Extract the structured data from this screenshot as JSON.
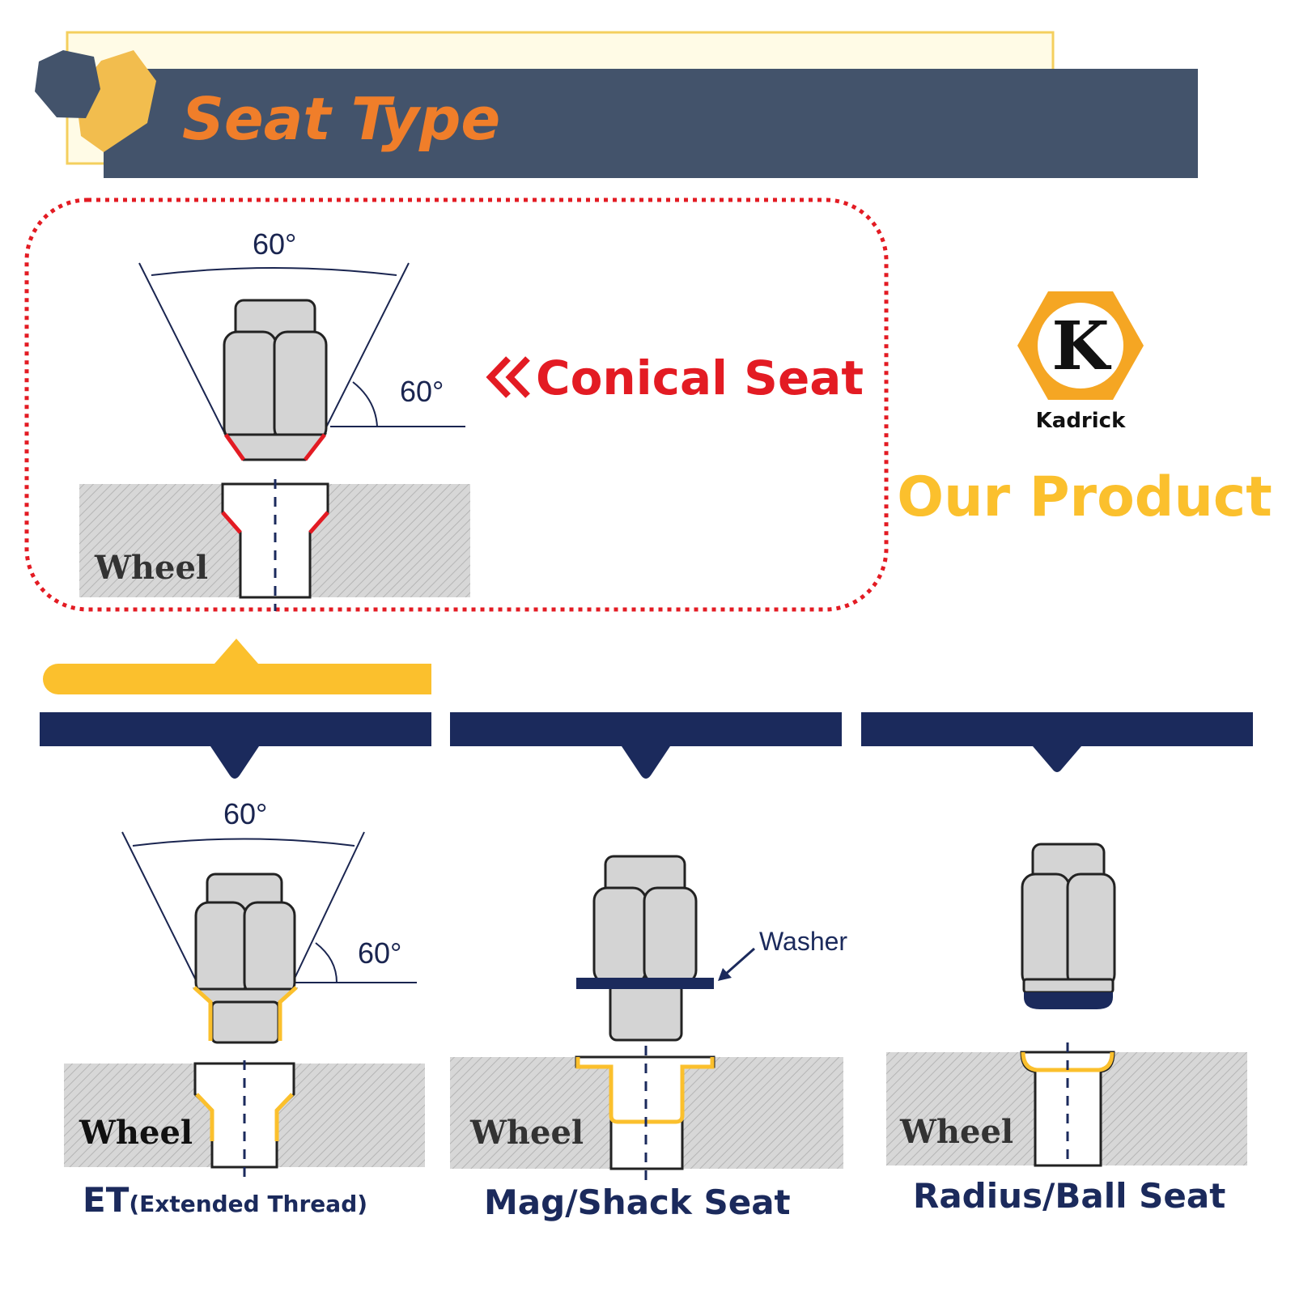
{
  "header": {
    "title": "Seat Type"
  },
  "featured": {
    "label": "Conical Seat",
    "angle_top": "60°",
    "angle_side": "60°",
    "wheel_label": "Wheel"
  },
  "brand": {
    "name": "Kadrick",
    "logo_letter": "K",
    "tagline": "Our Product"
  },
  "seat_types": [
    {
      "id": "et",
      "caption_main": "ET",
      "caption_sub": "(Extended Thread)",
      "angle_top": "60°",
      "angle_side": "60°",
      "wheel_label": "Wheel"
    },
    {
      "id": "mag",
      "caption_main": "Mag/Shack Seat",
      "callout": "Washer",
      "wheel_label": "Wheel"
    },
    {
      "id": "radius",
      "caption_main": "Radius/Ball Seat",
      "wheel_label": "Wheel"
    }
  ],
  "colors": {
    "header_bar": "#43536b",
    "header_title": "#f07e2a",
    "accent_yellow": "#fbc02d",
    "hex_dark": "#43536b",
    "hex_gold": "#f2bd4e",
    "highlight_red": "#e31b23",
    "navy": "#1b2a5c",
    "nut_gray": "#d4d4d4"
  }
}
